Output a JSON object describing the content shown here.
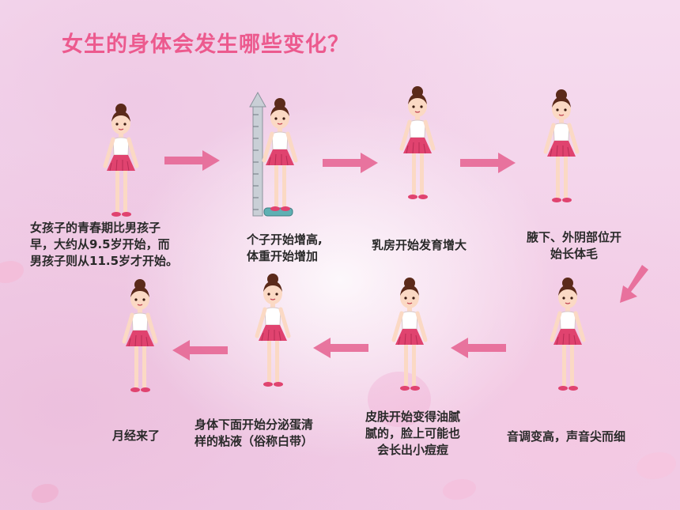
{
  "title": "女生的身体会发生哪些变化？",
  "steps": [
    {
      "lines": [
        "女孩子的青春期比男孩子",
        "早，大约从9.5岁开始，而",
        "男孩子则从11.5岁才开始。"
      ]
    },
    {
      "lines": [
        "个子开始增高,",
        "体重开始增加"
      ]
    },
    {
      "lines": [
        "乳房开始发育增大"
      ]
    },
    {
      "lines": [
        "腋下、外阴部位开",
        "始长体毛"
      ]
    },
    {
      "lines": [
        "音调变高，声音尖而细"
      ]
    },
    {
      "lines": [
        "皮肤开始变得油腻",
        "腻的，脸上可能也",
        "会长出小痘痘"
      ]
    },
    {
      "lines": [
        "身体下面开始分泌蛋清",
        "样的粘液（俗称白带）"
      ]
    },
    {
      "lines": [
        "月经来了"
      ]
    }
  ],
  "colors": {
    "title": "#ec5a8e",
    "arrow": "#e5608f",
    "skirt": "#e0436f",
    "skin": "#fbd9c4",
    "hair": "#5b2a1a"
  }
}
